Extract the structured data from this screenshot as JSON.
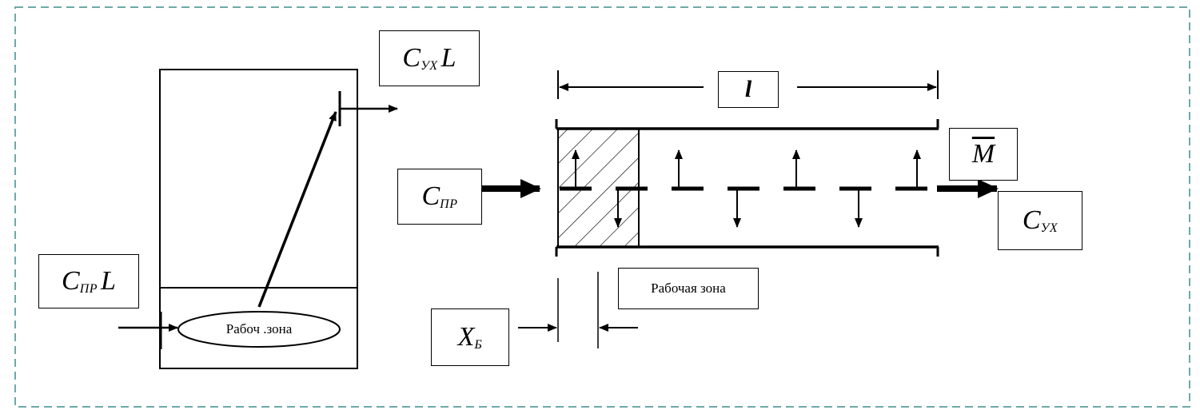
{
  "left_diagram": {
    "input_label": {
      "main": "C",
      "sub": "ПР",
      "tail": "L"
    },
    "output_label": {
      "main": "C",
      "sub": "УХ",
      "tail": "L"
    },
    "zone_label": "Рабоч .зона"
  },
  "right_diagram": {
    "length_label": "l",
    "input_label": {
      "main": "C",
      "sub": "ПР"
    },
    "output_label": {
      "main": "C",
      "sub": "УХ"
    },
    "flow_label": "M",
    "zone_label": "Рабочая зона",
    "x_label": {
      "main": "X",
      "sub": "Б"
    }
  },
  "colors": {
    "frame": "#6fa8a8",
    "ink": "#000000"
  }
}
